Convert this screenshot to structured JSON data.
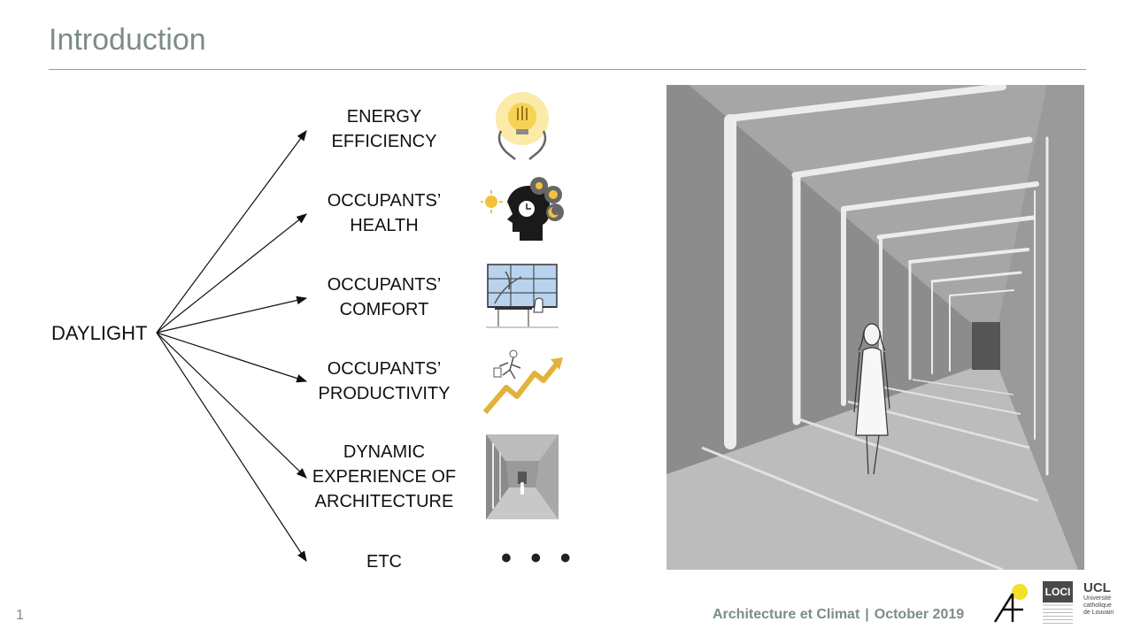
{
  "slide": {
    "title": "Introduction",
    "page_number": "1",
    "footer": {
      "course": "Architecture et Climat",
      "separator": "|",
      "date": "October 2019"
    }
  },
  "diagram": {
    "root": "DAYLIGHT",
    "items": [
      {
        "lines": [
          "ENERGY",
          "EFFICIENCY"
        ],
        "icon": "lightbulb-hands-icon"
      },
      {
        "lines": [
          "OCCUPANTS’",
          "HEALTH"
        ],
        "icon": "head-clock-icon"
      },
      {
        "lines": [
          "OCCUPANTS’",
          "COMFORT"
        ],
        "icon": "office-window-icon"
      },
      {
        "lines": [
          "OCCUPANTS’",
          "PRODUCTIVITY"
        ],
        "icon": "growth-arrow-icon"
      },
      {
        "lines": [
          "DYNAMIC",
          "EXPERIENCE OF",
          "ARCHITECTURE"
        ],
        "icon": "corridor-thumbnail-icon"
      },
      {
        "lines": [
          "ETC"
        ],
        "icon": "ellipsis"
      }
    ],
    "ellipsis": "• • •"
  },
  "logos": {
    "loci": "LOCI",
    "ucl": "UCL",
    "ucl_sub": [
      "Université",
      "catholique",
      "de Louvain"
    ]
  },
  "colors": {
    "title": "#7b8d86",
    "rule": "#8fa39b",
    "accent": "#f2c23a"
  }
}
